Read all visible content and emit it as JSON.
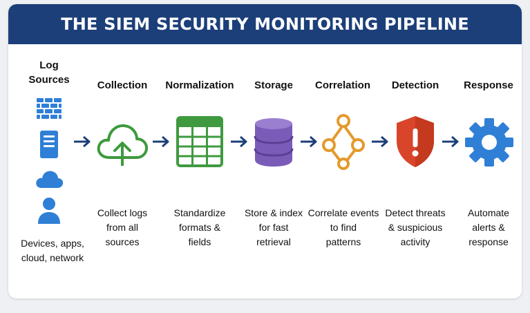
{
  "banner": {
    "title": "THE SIEM SECURITY MONITORING PIPELINE"
  },
  "stages": [
    {
      "title_lines": [
        "Log",
        "Sources"
      ],
      "desc_lines": [
        "Devices, apps,",
        "cloud, network"
      ],
      "icons": [
        "firewall-icon",
        "server-icon",
        "cloud-icon",
        "user-icon"
      ]
    },
    {
      "title": "Collection",
      "desc_lines": [
        "Collect logs",
        "from all",
        "sources"
      ],
      "icon": "cloud-upload-icon"
    },
    {
      "title": "Normalization",
      "desc_lines": [
        "Standardize",
        "formats &",
        "fields"
      ],
      "icon": "table-grid-icon"
    },
    {
      "title": "Storage",
      "desc_lines": [
        "Store & index",
        "for fast",
        "retrieval"
      ],
      "icon": "database-icon"
    },
    {
      "title": "Correlation",
      "desc_lines": [
        "Correlate events",
        "to find",
        "patterns"
      ],
      "icon": "network-nodes-icon"
    },
    {
      "title": "Detection",
      "desc_lines": [
        "Detect threats",
        "& suspicious",
        "activity"
      ],
      "icon": "alert-shield-icon"
    },
    {
      "title": "Response",
      "desc_lines": [
        "Automate",
        "alerts &",
        "response"
      ],
      "icon": "gear-icon"
    }
  ],
  "colors": {
    "banner": "#1c3f79",
    "source_blue": "#2f7fd6",
    "collection_green": "#3d9a3d",
    "normalization_green": "#3f9a3f",
    "storage_purple": "#7a5cb8",
    "correlation_orange": "#e39a2c",
    "detection_red": "#d9452b",
    "response_blue": "#2f7fd6",
    "arrow": "#1c3f79"
  }
}
